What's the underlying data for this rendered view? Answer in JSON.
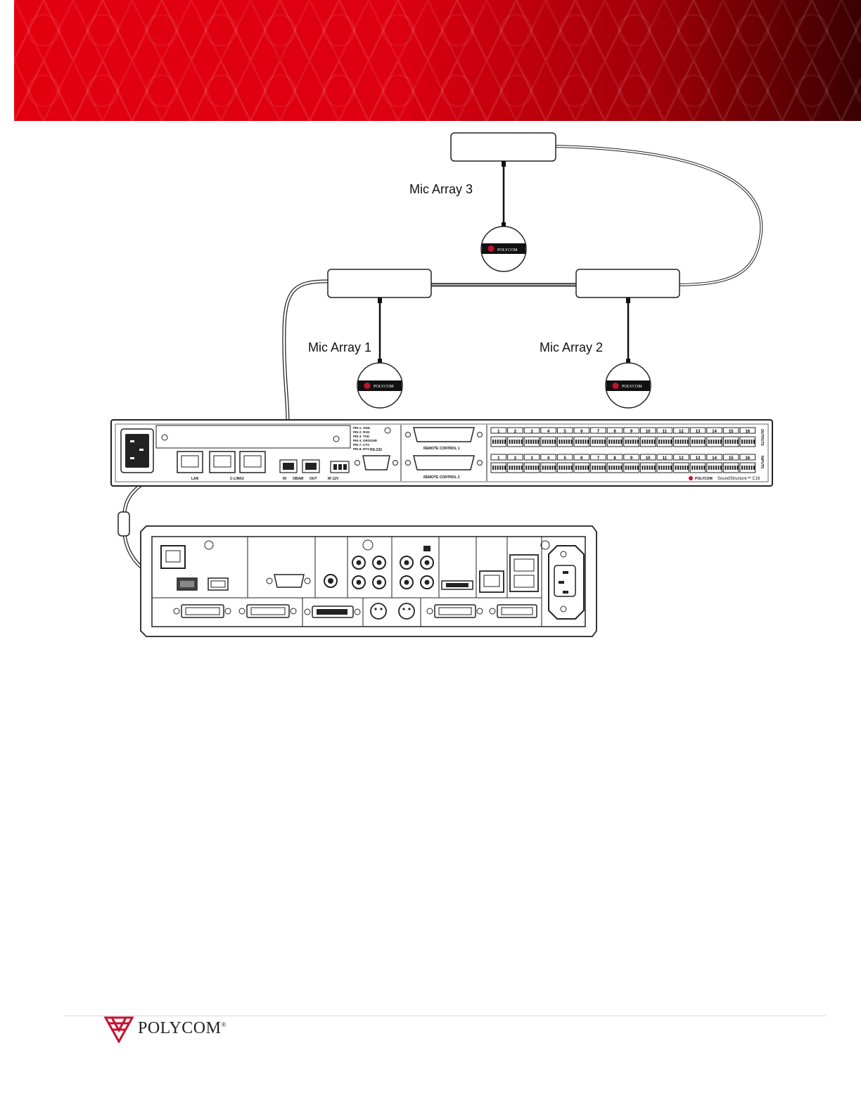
{
  "header": {
    "banner_color_left": "#e2000f",
    "banner_color_right": "#3a0000"
  },
  "mic_arrays": {
    "array_3_label": "Mic Array 3",
    "array_1_label": "Mic Array 1",
    "array_2_label": "Mic Array 2",
    "pod_brand": "POLYCOM"
  },
  "soundstructure": {
    "pin_labels": [
      "PIN 1: GND",
      "PIN 2: RXD",
      "PIN 3: TXD",
      "PIN 4: GROUND",
      "PIN 7: CTS",
      "PIN 8: RTS"
    ],
    "rs232_label": "RS-232",
    "remote_control_1": "REMOTE CONTROL 1",
    "remote_control_2": "REMOTE CONTROL 2",
    "lan_label": "LAN",
    "clink2_label": "C-LINK2",
    "in_label": "IN",
    "obam_label": "OBAM",
    "out_label": "OUT",
    "ir_label": "IR 12V",
    "channel_numbers": [
      "1",
      "2",
      "3",
      "4",
      "5",
      "6",
      "7",
      "8",
      "9",
      "10",
      "11",
      "12",
      "13",
      "14",
      "15",
      "16"
    ],
    "outputs_label": "OUTPUTS",
    "inputs_label": "INPUTS",
    "brand": "POLYCOM",
    "model": "SoundStructure™ C16"
  },
  "footer": {
    "logo_text": "POLYCOM",
    "brand_color": "#c8102e"
  }
}
